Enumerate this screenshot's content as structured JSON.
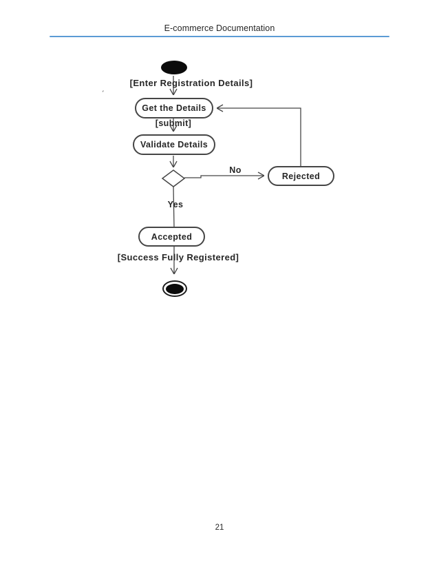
{
  "header": {
    "title": "E-commerce Documentation"
  },
  "footer": {
    "page_number": "21"
  },
  "colors": {
    "stroke": "#454545",
    "text": "#262626",
    "rule": "#5b9bd5"
  },
  "diagram": {
    "type": "uml-activity-diagram",
    "nodes": {
      "start": {
        "type": "initial-node"
      },
      "get_details": {
        "label": "Get the Details"
      },
      "validate_details": {
        "label": "Validate Details"
      },
      "decision": {
        "type": "decision-diamond"
      },
      "rejected": {
        "label": "Rejected"
      },
      "accepted": {
        "label": "Accepted"
      },
      "end": {
        "type": "final-node"
      }
    },
    "edges": [
      {
        "from": "start",
        "to": "get_details",
        "label": "[Enter Registration Details]"
      },
      {
        "from": "get_details",
        "to": "validate_details",
        "label": "[submit]"
      },
      {
        "from": "validate_details",
        "to": "decision",
        "label": ""
      },
      {
        "from": "decision",
        "to": "rejected",
        "label": "No"
      },
      {
        "from": "rejected",
        "to": "get_details",
        "label": ""
      },
      {
        "from": "decision",
        "to": "accepted",
        "label": "Yes"
      },
      {
        "from": "accepted",
        "to": "end",
        "label": "[Success Fully Registered]"
      }
    ],
    "artifacts": {
      "stray_mark": "ˏ"
    }
  }
}
